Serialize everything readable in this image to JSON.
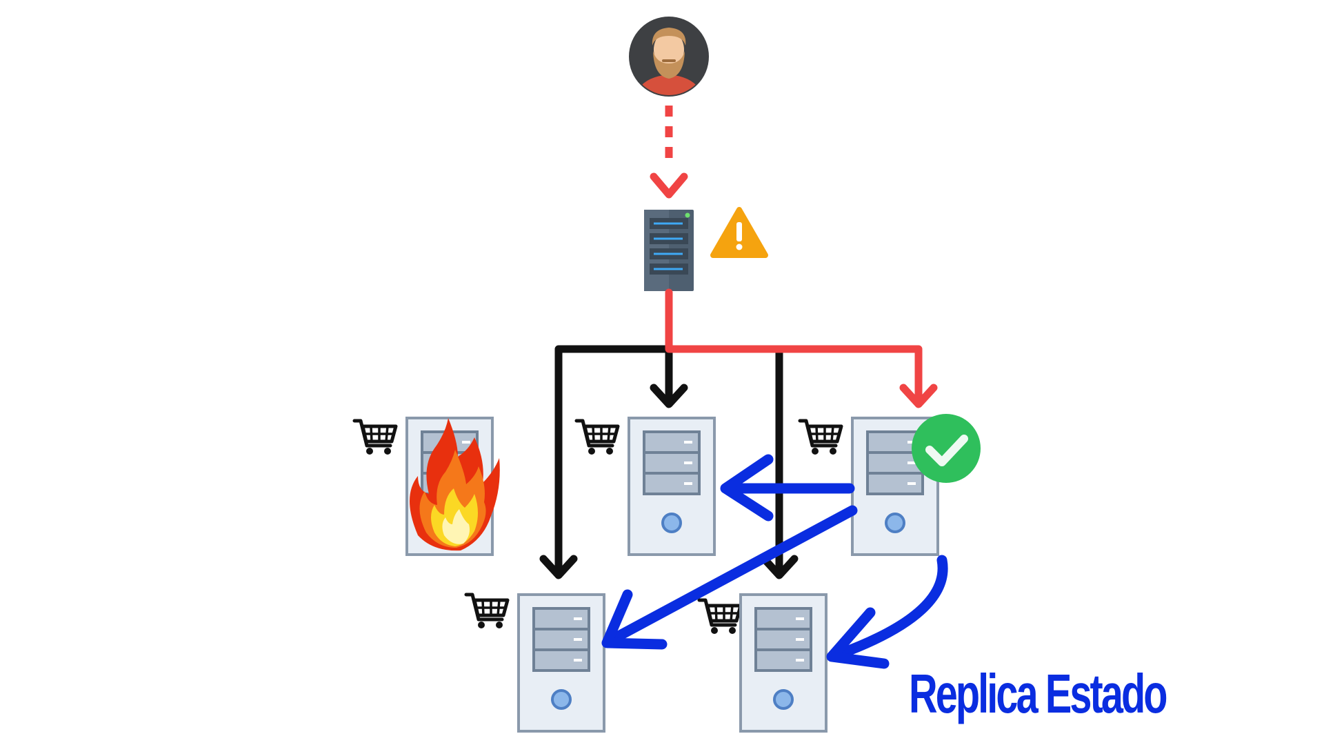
{
  "diagram": {
    "caption": "Replica Estado",
    "colors": {
      "request": "#f04444",
      "connection": "#111111",
      "replication": "#0a2de0",
      "warning": "#f5a30f",
      "ok": "#2fbf5c",
      "server_body": "#e8eef5",
      "server_border": "#8a99ab",
      "rack": "#4e5f70"
    },
    "nodes": {
      "user": {
        "icon": "bearded-user-avatar"
      },
      "balancer": {
        "icon": "rack-server",
        "status_icon": "warning-icon"
      },
      "servers": [
        {
          "id": "server-failed",
          "icon": "tower-server",
          "badge": "cart-icon",
          "status": "on-fire"
        },
        {
          "id": "server-top-middle",
          "icon": "tower-server",
          "badge": "cart-icon",
          "status": "replica"
        },
        {
          "id": "server-top-right",
          "icon": "tower-server",
          "badge": "cart-icon",
          "status": "source-ok"
        },
        {
          "id": "server-bottom-left",
          "icon": "tower-server",
          "badge": "cart-icon",
          "status": "replica"
        },
        {
          "id": "server-bottom-right",
          "icon": "tower-server",
          "badge": "cart-icon",
          "status": "replica"
        }
      ]
    }
  }
}
